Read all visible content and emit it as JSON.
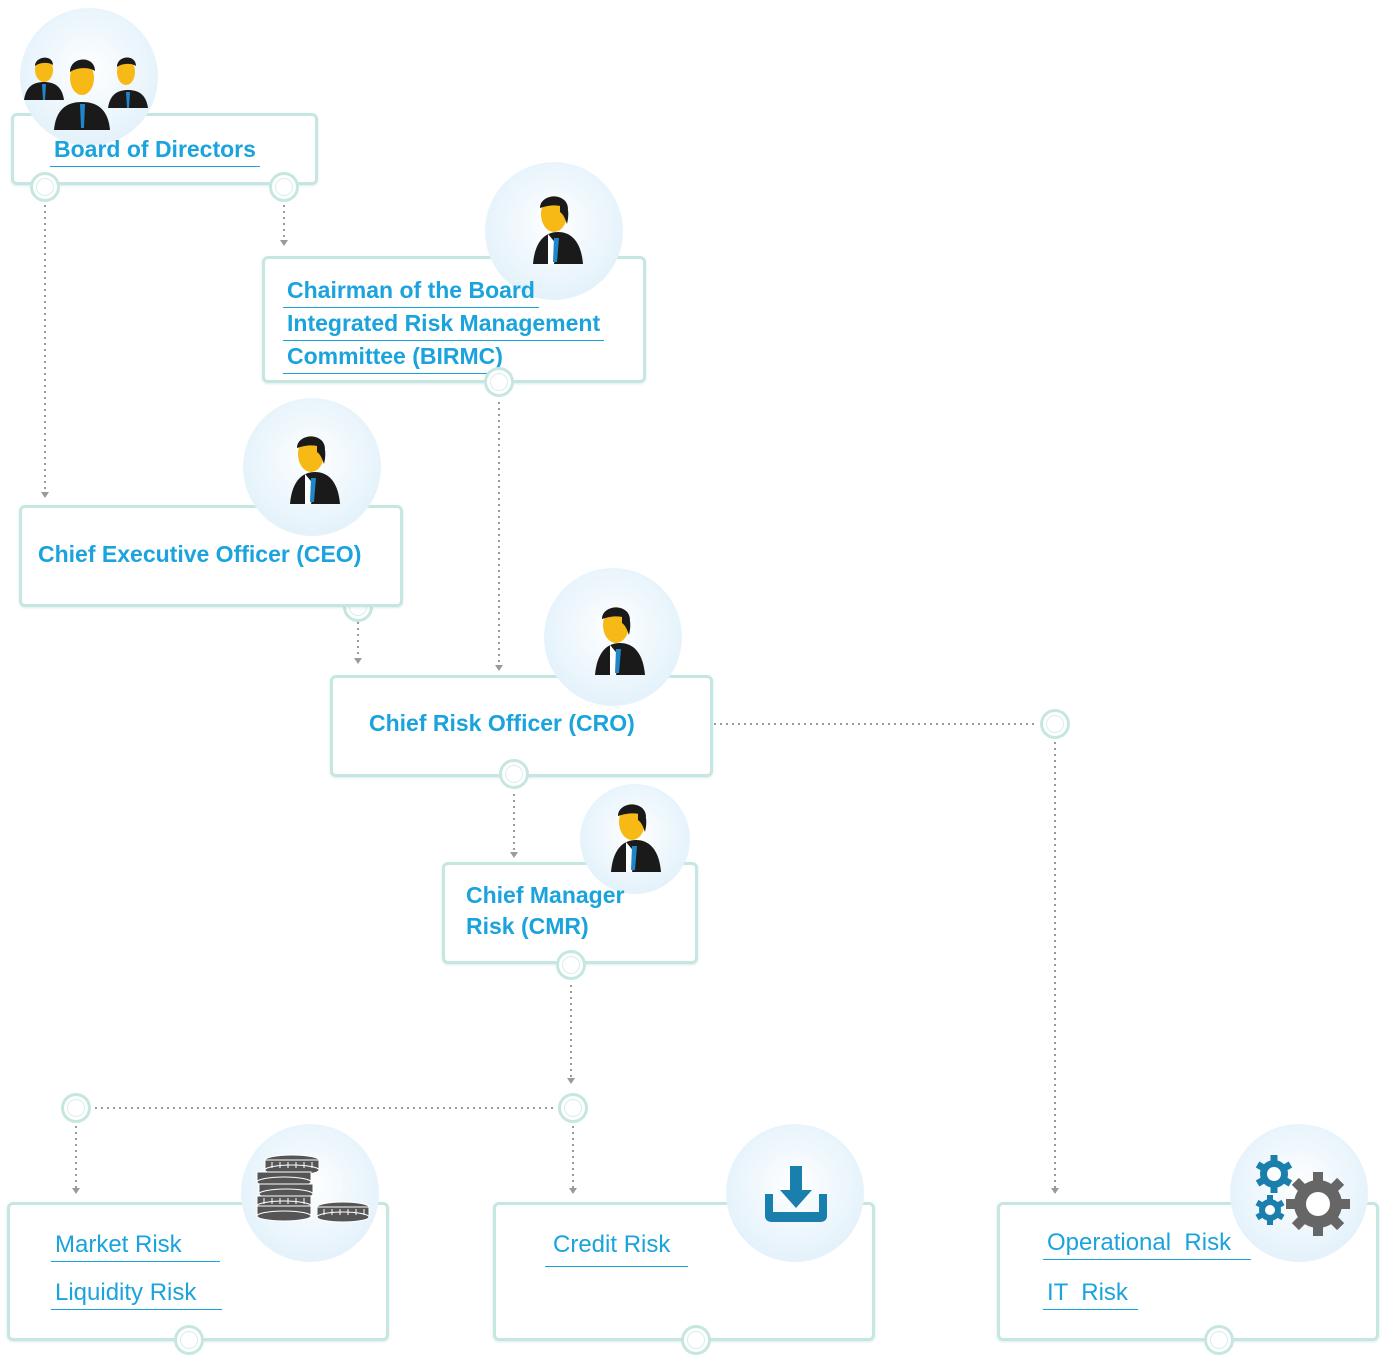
{
  "nodes": {
    "board": {
      "label": "Board of Directors"
    },
    "chairman": {
      "lines": [
        "Chairman of the Board",
        "Integrated Risk Management",
        "Committee (BIRMC)"
      ]
    },
    "ceo": {
      "label": "Chief Executive Officer (CEO)"
    },
    "cro": {
      "label": "Chief Risk Officer (CRO)"
    },
    "cmr": {
      "lines": [
        "Chief Manager",
        "Risk (CMR)"
      ]
    },
    "market": {
      "items": [
        "Market Risk",
        "Liquidity Risk"
      ]
    },
    "credit": {
      "items": [
        "Credit Risk"
      ]
    },
    "operational": {
      "items": [
        "Operational  Risk",
        "IT  Risk"
      ]
    }
  },
  "icons": {
    "board": "group-of-people-icon",
    "chairman": "businessman-icon",
    "ceo": "businessman-icon",
    "cro": "businessman-icon",
    "cmr": "businessman-icon",
    "market": "coin-stacks-icon",
    "credit": "download-tray-icon",
    "operational": "gears-icon"
  },
  "colors": {
    "label": "#1aa3dc",
    "box_border": "#c6e7e1",
    "connector": "#9a9a9a",
    "person_face": "#f6b916",
    "person_suit": "#1a1a1a",
    "person_tie": "#1f86c9",
    "download_icon": "#1b7fae",
    "coins": "#555555",
    "gears": "#666666"
  }
}
